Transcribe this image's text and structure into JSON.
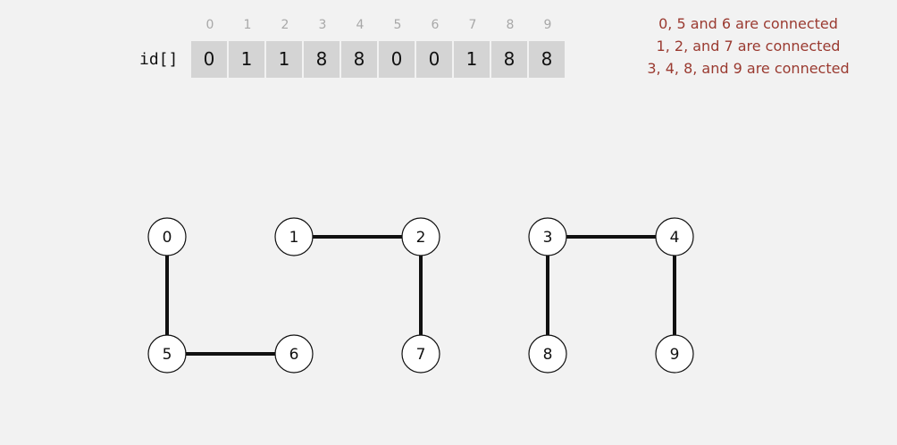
{
  "id_array": {
    "label": "id[]",
    "indices": [
      "0",
      "1",
      "2",
      "3",
      "4",
      "5",
      "6",
      "7",
      "8",
      "9"
    ],
    "values": [
      "0",
      "1",
      "1",
      "8",
      "8",
      "0",
      "0",
      "1",
      "8",
      "8"
    ]
  },
  "notes": [
    "0, 5 and 6 are connected",
    "1, 2, and 7 are connected",
    "3, 4, 8, and 9 are connected"
  ],
  "graph": {
    "nodes": [
      "0",
      "1",
      "2",
      "3",
      "4",
      "5",
      "6",
      "7",
      "8",
      "9"
    ],
    "edges": [
      [
        "0",
        "5"
      ],
      [
        "5",
        "6"
      ],
      [
        "1",
        "2"
      ],
      [
        "2",
        "7"
      ],
      [
        "3",
        "4"
      ],
      [
        "3",
        "8"
      ],
      [
        "4",
        "9"
      ]
    ]
  }
}
